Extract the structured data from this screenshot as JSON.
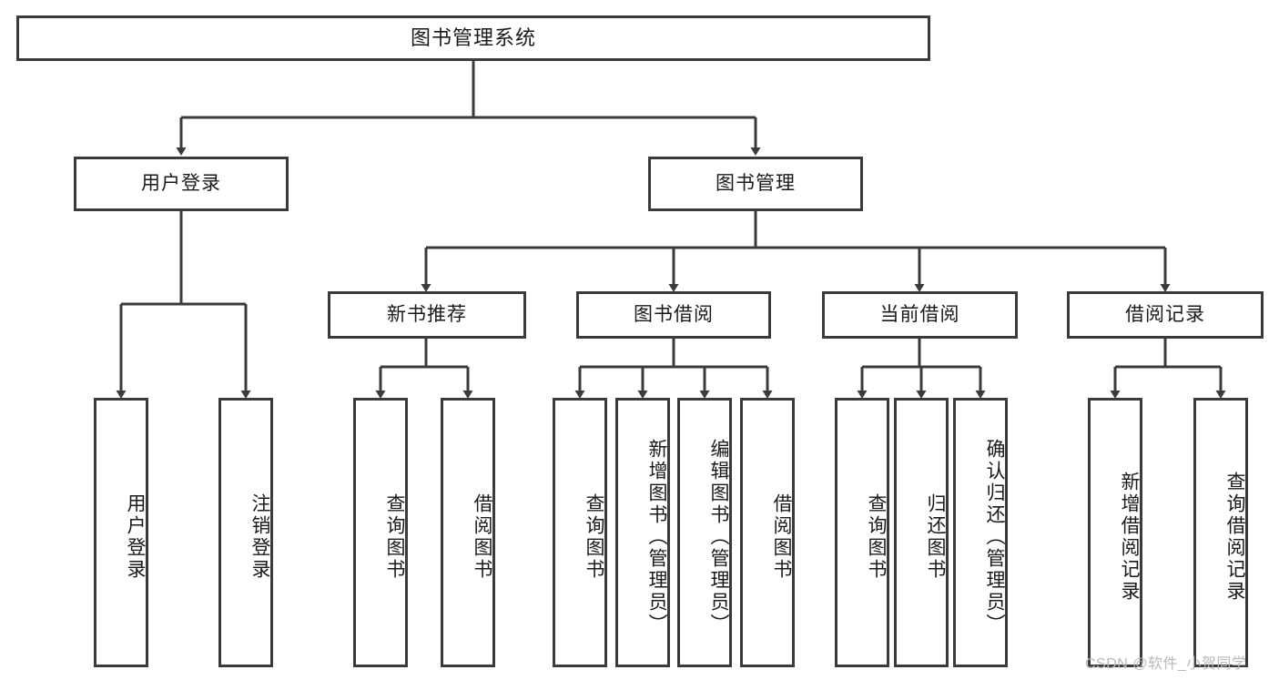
{
  "diagram": {
    "title": "图书管理系统",
    "watermark": "CSDN @软件_小贺同学",
    "colors": {
      "border": "#3b3b3b",
      "fill": "#ffffff",
      "text": "#1a1a1a",
      "watermark": "#b9b9b9"
    },
    "levels": {
      "root": {
        "label": "图书管理系统"
      },
      "level1": [
        {
          "label": "用户登录"
        },
        {
          "label": "图书管理"
        }
      ],
      "level2": [
        {
          "label": "新书推荐"
        },
        {
          "label": "图书借阅"
        },
        {
          "label": "当前借阅"
        },
        {
          "label": "借阅记录"
        }
      ],
      "leaves": {
        "user_login": [
          {
            "label": "用户登录"
          },
          {
            "label": "注销登录"
          }
        ],
        "new_book": [
          {
            "label": "查询图书"
          },
          {
            "label": "借阅图书"
          }
        ],
        "borrow_book": [
          {
            "label": "查询图书"
          },
          {
            "label": "新增图书（管理员）"
          },
          {
            "label": "编辑图书（管理员）"
          },
          {
            "label": "借阅图书"
          }
        ],
        "current_borrow": [
          {
            "label": "查询图书"
          },
          {
            "label": "归还图书"
          },
          {
            "label": "确认归还（管理员）"
          }
        ],
        "borrow_record": [
          {
            "label": "新增借阅记录"
          },
          {
            "label": "查询借阅记录"
          }
        ]
      }
    }
  }
}
